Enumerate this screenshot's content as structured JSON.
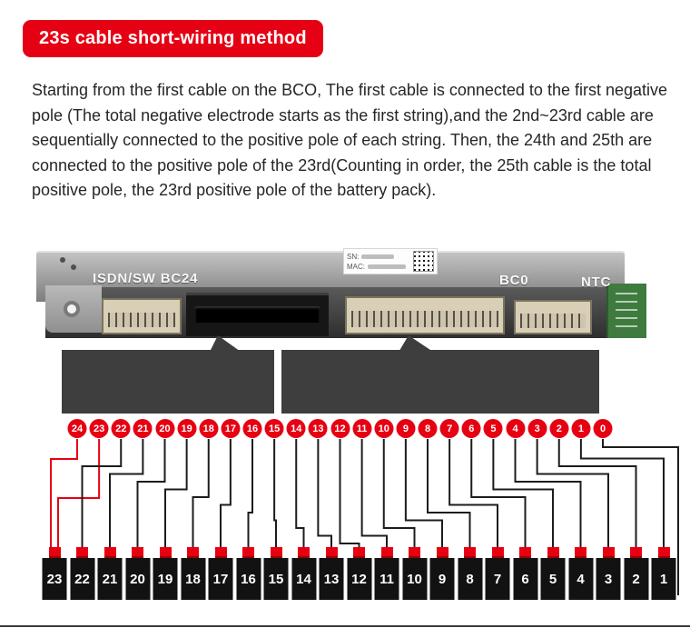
{
  "banner": {
    "title": "23s cable short-wiring method",
    "bg": "#e60014",
    "text_color": "#ffffff"
  },
  "description": "Starting from the first cable on the BCO, The first cable is connected to the first negative pole (The total negative electrode starts as the first string),and the 2nd~23rd cable are sequentially connected to the positive pole of each string. Then, the 24th and 25th are connected to the positive pole of the 23rd(Counting in order, the 25th cable is the total positive pole, the 23rd positive pole of the battery pack).",
  "board": {
    "connector_left_label": "ISDN/SW BC24",
    "connector_bc0_label": "BC0",
    "connector_ntc_label": "NTC",
    "sticker": {
      "sn_label": "SN:",
      "mac_label": "MAC:"
    }
  },
  "wiring": {
    "cable_numbers": [
      24,
      23,
      22,
      21,
      20,
      19,
      18,
      17,
      16,
      15,
      14,
      13,
      12,
      11,
      10,
      9,
      8,
      7,
      6,
      5,
      4,
      3,
      2,
      1,
      0
    ],
    "red_cables": [
      24,
      23
    ],
    "circle_color": "#e60012",
    "wire_color": "#1c1c1c",
    "red_wire_color": "#e60012"
  },
  "batteries": {
    "labels": [
      "23",
      "22",
      "21",
      "20",
      "19",
      "18",
      "17",
      "16",
      "15",
      "14",
      "13",
      "12",
      "11",
      "10",
      "9",
      "8",
      "7",
      "6",
      "5",
      "4",
      "3",
      "2",
      "1"
    ],
    "body_color": "#121212",
    "terminal_color": "#e60012"
  }
}
